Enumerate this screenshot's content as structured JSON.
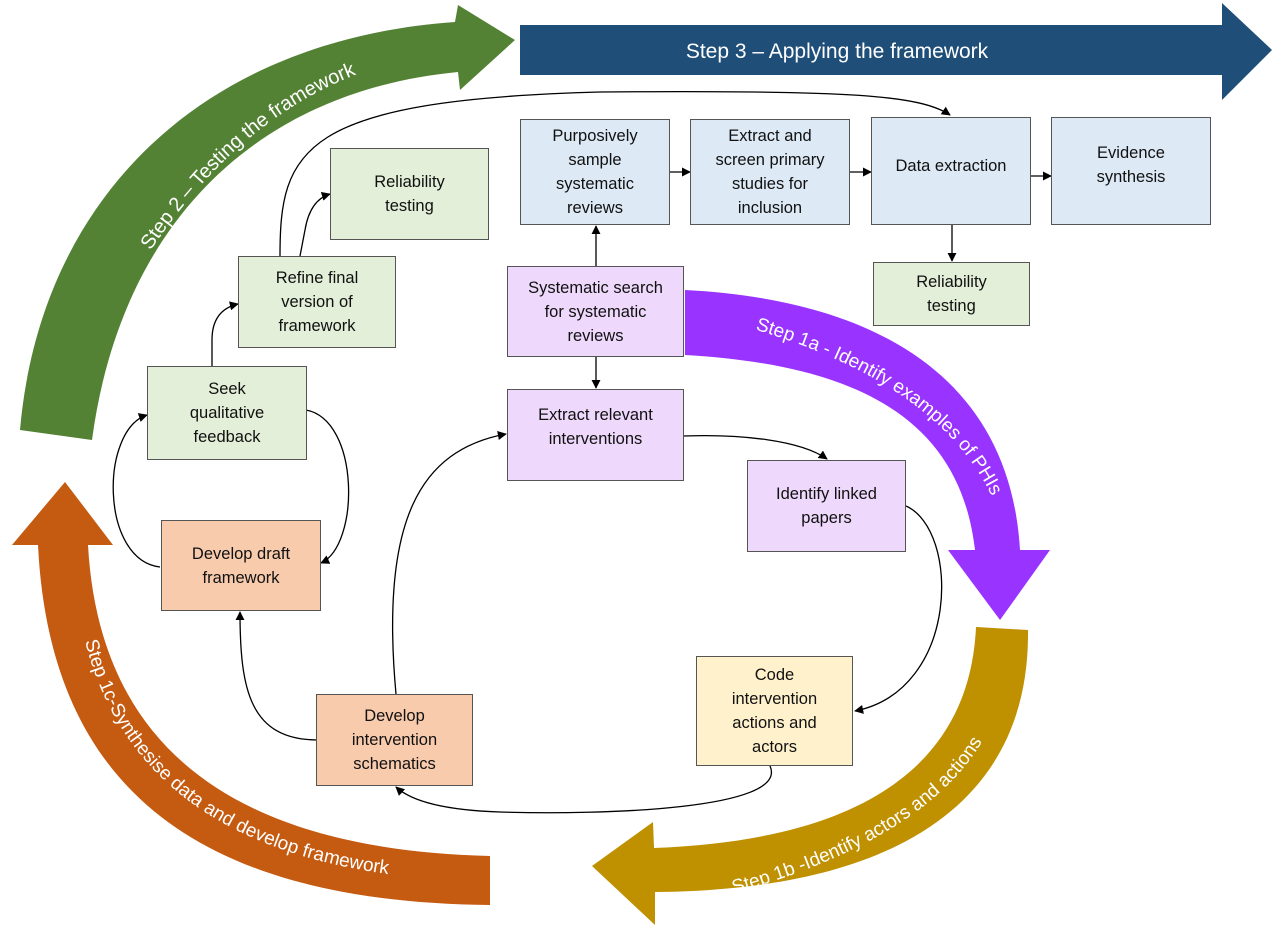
{
  "colors": {
    "step1a": "#9933ff",
    "step1b": "#bf9000",
    "step1c": "#c55a11",
    "step2": "#548235",
    "step3": "#1f4e79",
    "box_blue": "#dde9f5",
    "box_green": "#e3efd9",
    "box_purple": "#eed8fb",
    "box_peach": "#f8cbad",
    "box_yellow": "#fff1cc"
  },
  "steps": {
    "step3": "Step 3 – Applying the framework",
    "step2": "Step 2 – Testing the framework",
    "step1a": "Step 1a - Identify examples of PHIs",
    "step1b": "Step 1b -Identify actors and actions",
    "step1c": "Step 1c-Synthesise data and develop framework"
  },
  "boxes": {
    "purposively_sample": "Purposively\nsample\nsystematic\nreviews",
    "extract_screen": "Extract and\nscreen primary\nstudies for\ninclusion",
    "data_extraction": "Data extraction",
    "evidence_synthesis": "Evidence\nsynthesis",
    "reliability_testing_top": "Reliability\ntesting",
    "reliability_testing_right": "Reliability\ntesting",
    "refine_final": "Refine final\nversion of\nframework",
    "systematic_search": "Systematic search\nfor systematic\nreviews",
    "seek_feedback": "Seek\nqualitative\nfeedback",
    "extract_interventions": "Extract relevant\ninterventions",
    "identify_linked": "Identify linked\npapers",
    "develop_draft": "Develop draft\nframework",
    "code_intervention": "Code\nintervention\nactions and\nactors",
    "develop_schematics": "Develop\nintervention\nschematics"
  }
}
